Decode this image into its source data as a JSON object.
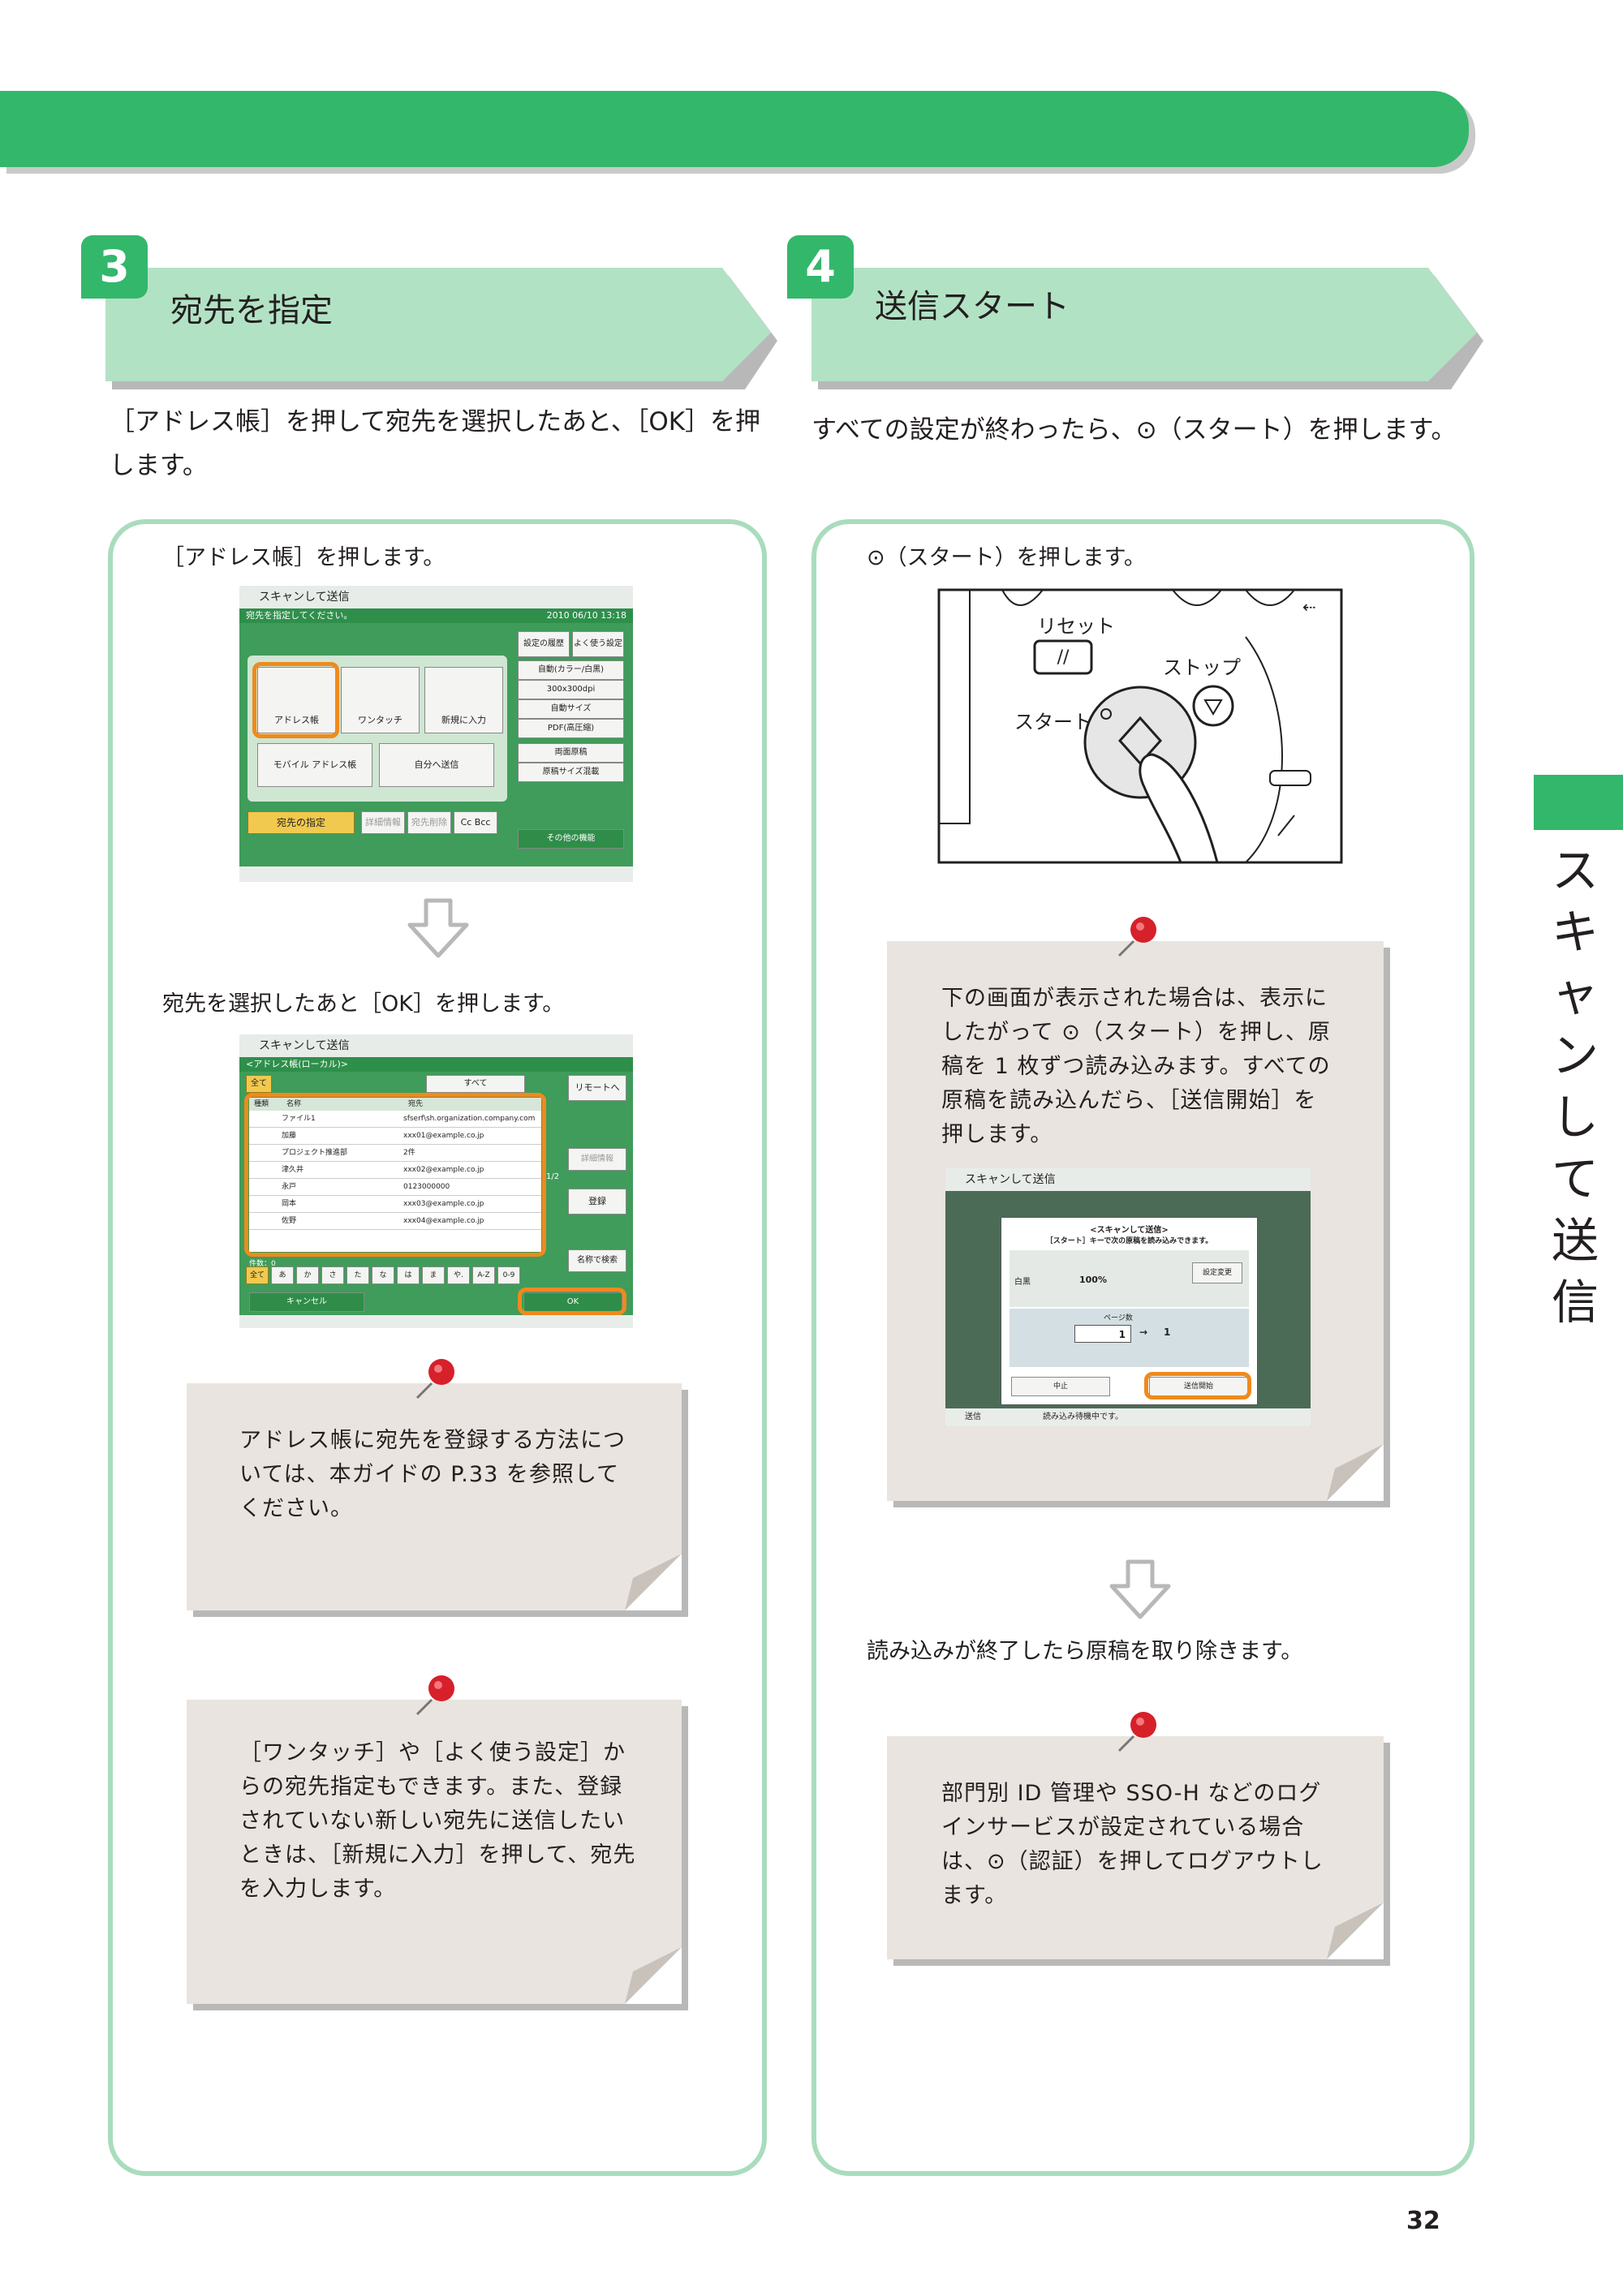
{
  "section": {
    "title": "スキャンして送信"
  },
  "steps": [
    {
      "number": "3",
      "heading": "宛先を指定",
      "intro": "［アドレス帳］を押して宛先を選択したあと、［OK］を押します。",
      "panel": {
        "instruction_1": "［アドレス帳］を押します。",
        "instruction_2": "宛先を選択したあと［OK］を押します。",
        "screen1": {
          "title": "スキャンして送信",
          "status": "宛先を指定してください。",
          "datetime": "2010 06/10 13:18",
          "buttons": [
            "アドレス帳",
            "ワンタッチ",
            "新規に入力",
            "モバイル アドレス帳",
            "自分へ送信"
          ],
          "side_buttons": [
            "設定の履歴",
            "よく使う設定",
            "自動(カラー/白黒)",
            "300x300dpi",
            "自動サイズ",
            "PDF(高圧縮)",
            "両面原稿",
            "原稿サイズ混載",
            "その他の機能"
          ],
          "bottom_buttons": [
            "宛先の指定",
            "詳細情報",
            "宛先削除",
            "Cc Bcc"
          ]
        },
        "screen2": {
          "title": "スキャンして送信",
          "subtitle": "<アドレス帳(ローカル)>",
          "filter_all": "全て",
          "dropdown": "すべて",
          "remote": "リモートへ",
          "columns": [
            "種類",
            "名称",
            "宛先"
          ],
          "rows": [
            {
              "name": "ファイル1",
              "address": "sfserf\\sh.organization.company.com"
            },
            {
              "name": "加藤",
              "address": "xxx01@example.co.jp"
            },
            {
              "name": "プロジェクト推進部",
              "address": "2件"
            },
            {
              "name": "津久井",
              "address": "xxx02@example.co.jp"
            },
            {
              "name": "永戸",
              "address": "0123000000"
            },
            {
              "name": "岡本",
              "address": "xxx03@example.co.jp"
            },
            {
              "name": "佐野",
              "address": "xxx04@example.co.jp"
            }
          ],
          "count": "件数：0",
          "page": "1/2",
          "detail": "詳細情報",
          "register": "登録",
          "kana": [
            "全て",
            "あ",
            "か",
            "さ",
            "た",
            "な",
            "は",
            "ま",
            "や.",
            "A-Z",
            "0-9"
          ],
          "search": "名称で検索",
          "cancel": "キャンセル",
          "ok": "OK"
        },
        "note1": "アドレス帳に宛先を登録する方法については、本ガイドの P.33 を参照してください。",
        "note2": "［ワンタッチ］や［よく使う設定］からの宛先指定もできます。また、登録されていない新しい宛先に送信したいときは、［新規に入力］を押して、宛先を入力します。"
      }
    },
    {
      "number": "4",
      "heading": "送信スタート",
      "intro": "すべての設定が終わったら、⊙（スタート）を押します。",
      "panel": {
        "instruction_1": "⊙（スタート）を押します。",
        "panel_labels": {
          "reset": "リセット",
          "stop": "ストップ",
          "start": "スタート"
        },
        "note1": "下の画面が表示された場合は、表示にしたがって ⊙（スタート）を押し、原稿を 1 枚ずつ読み込みます。すべての原稿を読み込んだら、［送信開始］を押します。",
        "screen3": {
          "title": "スキャンして送信",
          "dialog_title": "<スキャンして送信>",
          "dialog_msg": "［スタート］キーで次の原稿を読み込みできます。",
          "color": "白黒",
          "ratio": "100%",
          "change": "設定変更",
          "page_label": "ページ数",
          "page_from": "1",
          "page_to": "1",
          "cancel": "中止",
          "start_send": "送信開始",
          "footer": "読み込み待機中です。",
          "footer_left": "送信"
        },
        "instruction_2": "読み込みが終了したら原稿を取り除きます。",
        "note2": "部門別 ID 管理や SSO-H などのログインサービスが設定されている場合は、⊙（認証）を押してログアウトします。"
      }
    }
  ],
  "page_number": "32"
}
